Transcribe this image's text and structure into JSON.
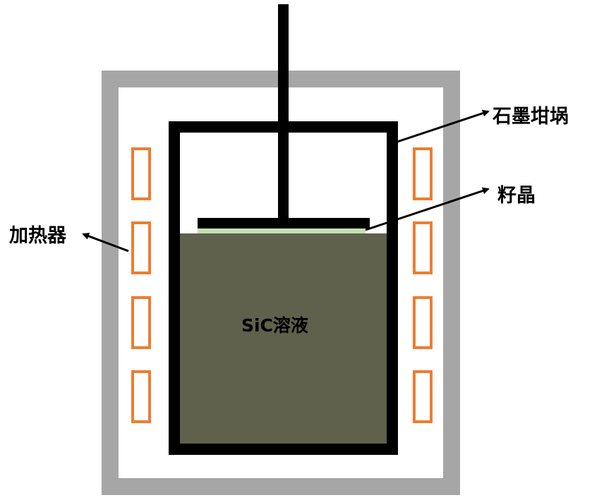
{
  "labels": {
    "crucible": "石墨坩埚",
    "seed": "籽晶",
    "heater": "加热器",
    "solution": "SiC溶液"
  },
  "colors": {
    "furnace_wall": "#a6a6a6",
    "crucible": "#000000",
    "heater": "#ed7d31",
    "solution": "#5f614d",
    "seed_crystal": "#c5e0b4"
  }
}
